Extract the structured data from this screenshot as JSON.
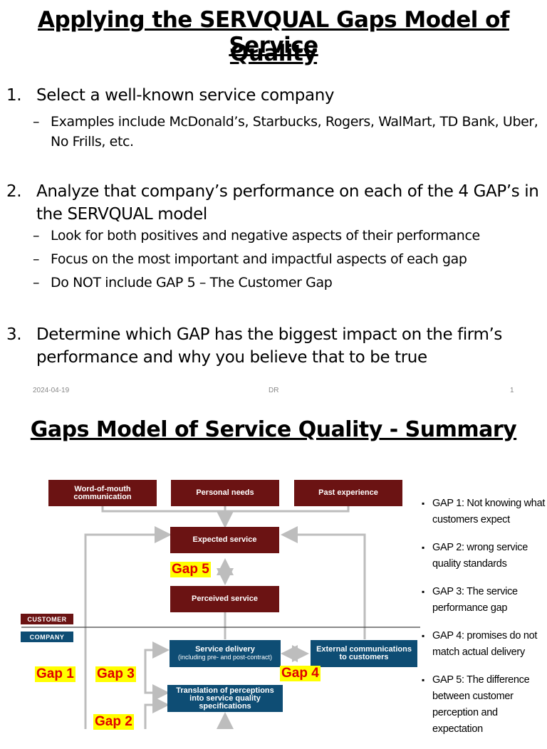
{
  "slide1": {
    "title_line1": "Applying the SERVQUAL Gaps Model of Service",
    "title_line2": "Quality",
    "items": [
      {
        "num": "1.",
        "text": "Select a well-known service company",
        "subs": [
          "Examples include McDonald’s, Starbucks, Rogers, WalMart, TD Bank, Uber, No Frills, etc."
        ]
      },
      {
        "num": "2.",
        "text": "Analyze that company’s performance on each of the 4 GAP’s in the SERVQUAL model",
        "subs": [
          "Look for both positives and negative aspects of their performance",
          "Focus on the most important and impactful aspects of each gap",
          "Do NOT include GAP 5 – The Customer Gap"
        ]
      },
      {
        "num": "3.",
        "text": "Determine which GAP has the biggest impact on the firm’s performance and why you believe that to be true"
      }
    ],
    "footer": {
      "date": "2024-04-19",
      "author": "DR",
      "page": "1"
    }
  },
  "slide2": {
    "title": "Gaps Model of Service Quality - Summary",
    "diagram": {
      "word_of_mouth": "Word-of-mouth communication",
      "personal_needs": "Personal needs",
      "past_experience": "Past experience",
      "expected_service": "Expected service",
      "perceived_service": "Perceived service",
      "customer_label": "CUSTOMER",
      "company_label": "COMPANY",
      "service_delivery": "Service delivery",
      "service_delivery_sub": "(including pre- and post-contract)",
      "external_comms": "External communications to customers",
      "translation": "Translation of perceptions into service quality specifications",
      "gap1": "Gap 1",
      "gap2": "Gap 2",
      "gap3": "Gap 3",
      "gap4": "Gap 4",
      "gap5": "Gap 5"
    },
    "bullets": [
      "GAP 1: Not knowing what customers expect",
      "GAP 2: wrong service quality standards",
      "GAP 3: The service performance gap",
      "GAP 4: promises do not match actual delivery",
      "GAP 5: The difference between customer perception and expectation"
    ],
    "colors": {
      "maroon": "#6b1313",
      "blue": "#0e4d74",
      "highlight": "#ffff00",
      "gap_text": "#e00000"
    }
  }
}
